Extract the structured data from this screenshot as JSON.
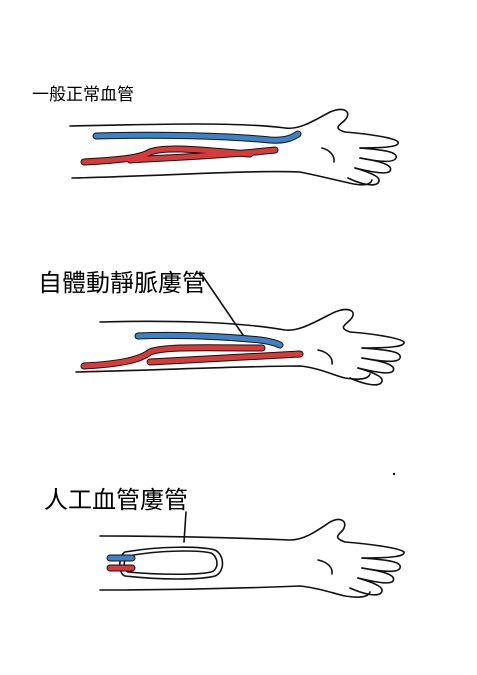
{
  "labels": {
    "normal": "一般正常血管",
    "avf": "自體動靜脈廔管",
    "avg": "人工血管廔管"
  },
  "colors": {
    "artery": "#d83a3a",
    "vein": "#3b82c8",
    "outline": "#111111"
  }
}
